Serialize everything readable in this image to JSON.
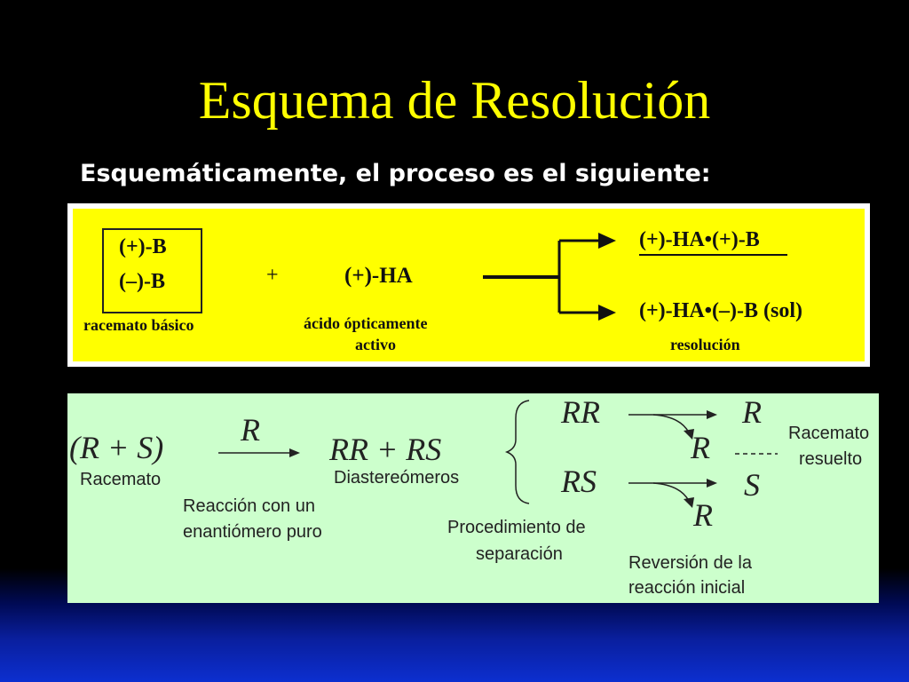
{
  "slide": {
    "title": "Esquema de Resolución",
    "subtitle": "Esquemáticamente, el proceso es el siguiente:"
  },
  "scheme1": {
    "racemate_top": "(+)-B",
    "racemate_bottom": "(–)-B",
    "racemate_label": "racemato básico",
    "plus": "+",
    "acid": "(+)-HA",
    "acid_label_line1": "ácido ópticamente",
    "acid_label_line2": "activo",
    "product_top": "(+)-HA•(+)-B",
    "product_bottom": "(+)-HA•(–)-B (sol)",
    "resolution_label": "resolución"
  },
  "scheme2": {
    "racemate_formula": "(R  +  S)",
    "racemate_label": "Racemato",
    "reagent": "R",
    "reaction_label_line1": "Reacción con un",
    "reaction_label_line2": "enantiómero puro",
    "diastereomers_formula": "RR  +  RS",
    "diastereomers_label": "Diastereómeros",
    "separation_label_line1": "Procedimiento de",
    "separation_label_line2": "separación",
    "separated_top": "RR",
    "separated_bottom": "RS",
    "reverted_top": "R",
    "reverted_bottom": "R",
    "resolved_top": "R",
    "resolved_bottom": "S",
    "resolved_label_line1": "Racemato",
    "resolved_label_line2": "resuelto",
    "reversion_label_line1": "Reversión de la",
    "reversion_label_line2": "reacción inicial"
  },
  "colors": {
    "title": "#ffff00",
    "panel1_background": "#ffff00",
    "panel2_background": "#ccffcc"
  }
}
